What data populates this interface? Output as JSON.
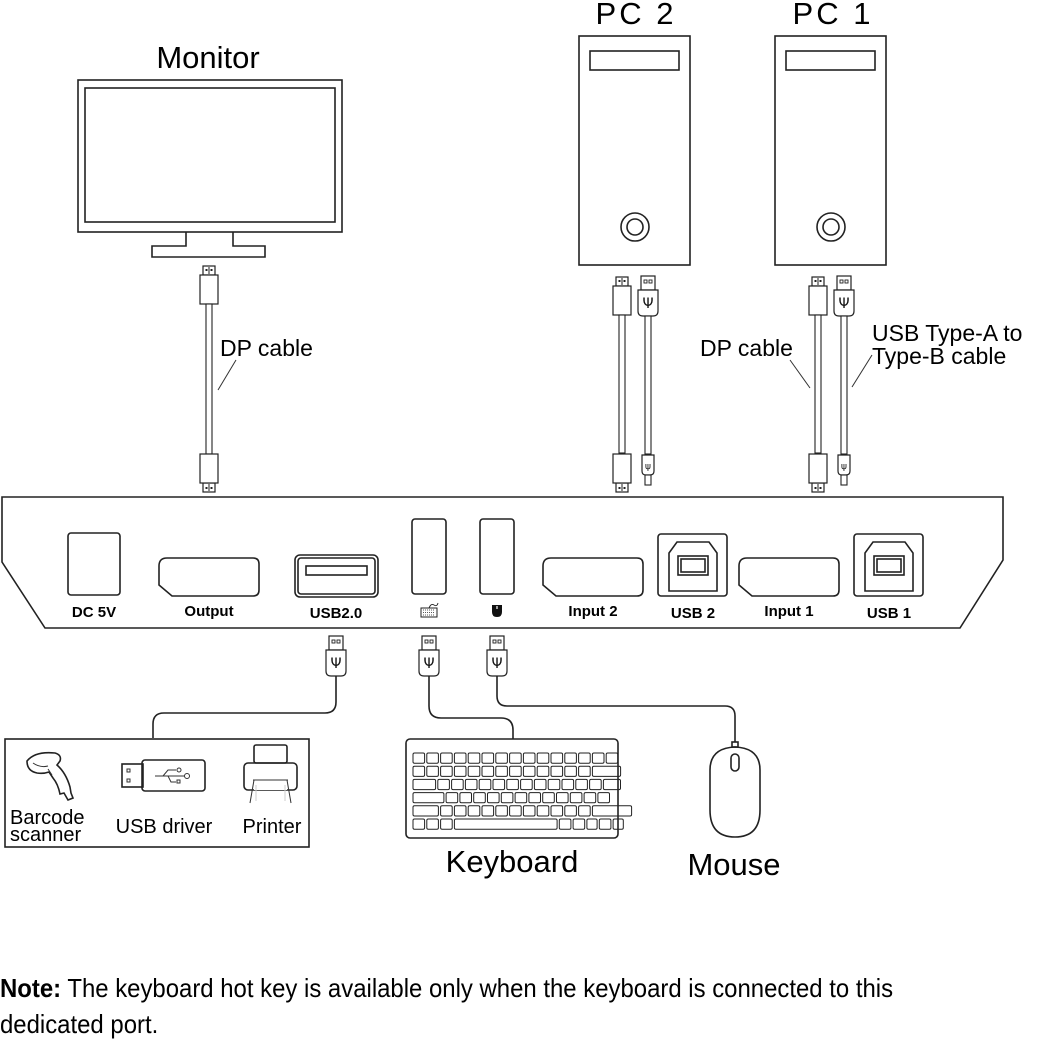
{
  "devices": {
    "monitor": {
      "label": "Monitor"
    },
    "pc2": {
      "label": "PC 2"
    },
    "pc1": {
      "label": "PC 1"
    },
    "keyboard": {
      "label": "Keyboard"
    },
    "mouse": {
      "label": "Mouse"
    },
    "usb_peripherals": [
      {
        "label_line1": "Barcode",
        "label_line2": "scanner",
        "icon": "barcode-scanner-icon"
      },
      {
        "label_line1": "USB driver",
        "label_line2": "",
        "icon": "usb-flash-drive-icon"
      },
      {
        "label_line1": "Printer",
        "label_line2": "",
        "icon": "printer-icon"
      }
    ]
  },
  "cables": {
    "monitor_cable": "DP cable",
    "pc1_dp_cable": "DP cable",
    "pc1_usb_cable_line1": "USB Type-A to",
    "pc1_usb_cable_line2": "Type-B cable"
  },
  "kvm_ports": [
    {
      "label": "DC 5V",
      "icon": "power-port-icon"
    },
    {
      "label": "Output",
      "icon": "displayport-icon"
    },
    {
      "label": "USB2.0",
      "icon": "usb-a-port-icon"
    },
    {
      "label": "",
      "icon": "keyboard-icon",
      "role": "keyboard-port"
    },
    {
      "label": "",
      "icon": "mouse-icon",
      "role": "mouse-port"
    },
    {
      "label": "Input 2",
      "icon": "displayport-icon"
    },
    {
      "label": "USB 2",
      "icon": "usb-b-port-icon"
    },
    {
      "label": "Input 1",
      "icon": "displayport-icon"
    },
    {
      "label": "USB 1",
      "icon": "usb-b-port-icon"
    }
  ],
  "note": {
    "prefix": "Note:",
    "text": " The keyboard hot key is available only when the keyboard is connected to this dedicated port."
  }
}
